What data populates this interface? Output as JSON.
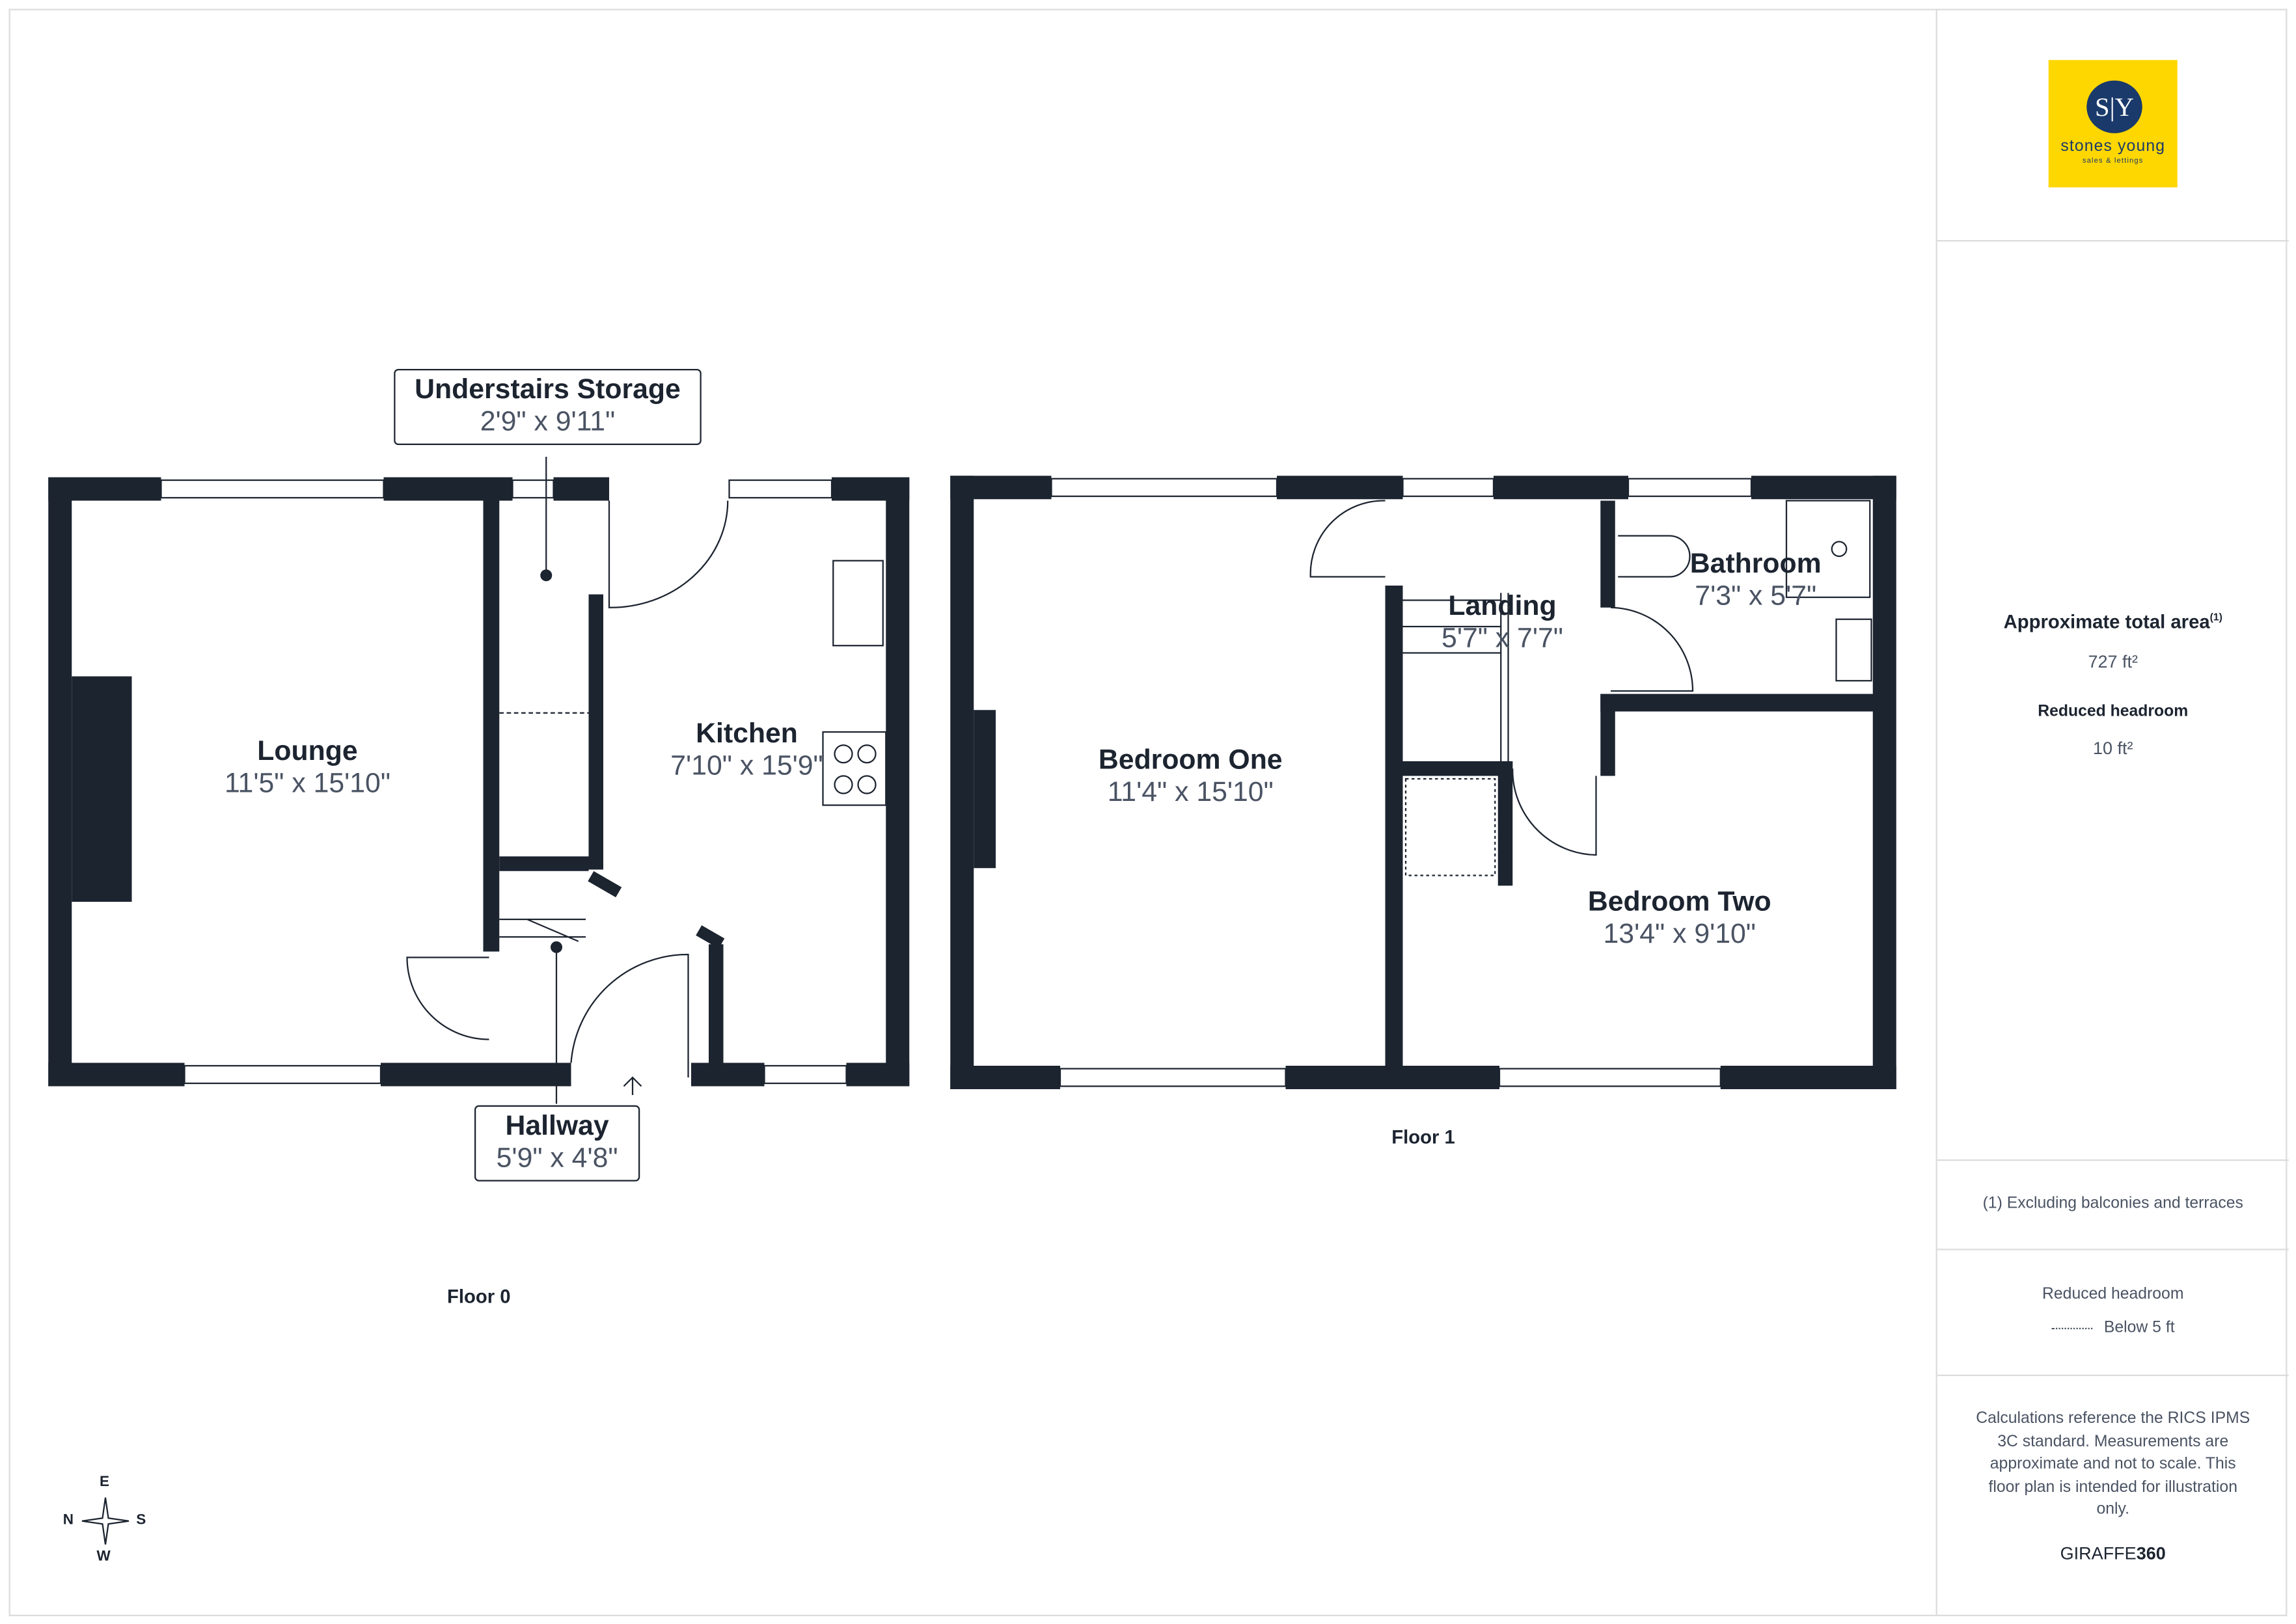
{
  "floors": [
    {
      "label": "Floor 0",
      "rooms": [
        {
          "name": "Lounge",
          "dims": "11'5\" x 15'10\""
        },
        {
          "name": "Kitchen",
          "dims": "7'10\" x 15'9\""
        },
        {
          "name": "Understairs Storage",
          "dims": "2'9\" x 9'11\""
        },
        {
          "name": "Hallway",
          "dims": "5'9\" x 4'8\""
        }
      ]
    },
    {
      "label": "Floor 1",
      "rooms": [
        {
          "name": "Bedroom One",
          "dims": "11'4\" x 15'10\""
        },
        {
          "name": "Landing",
          "dims": "5'7\" x 7'7\""
        },
        {
          "name": "Bathroom",
          "dims": "7'3\" x 5'7\""
        },
        {
          "name": "Bedroom Two",
          "dims": "13'4\" x 9'10\""
        }
      ]
    }
  ],
  "compass": {
    "n": "N",
    "e": "E",
    "s": "S",
    "w": "W"
  },
  "logo": {
    "initials": "S|Y",
    "name": "stones young",
    "tagline": "sales & lettings"
  },
  "sidebar": {
    "total_area_label": "Approximate total area",
    "total_area_sup": "(1)",
    "total_area_value": "727 ft²",
    "reduced_label": "Reduced headroom",
    "reduced_value": "10 ft²",
    "footnote": "(1) Excluding balconies and terraces",
    "legend_title": "Reduced headroom",
    "legend_item": "Below 5 ft",
    "disclaimer": "Calculations reference the RICS IPMS 3C standard. Measurements are approximate and not to scale. This floor plan is intended for illustration only.",
    "brand_a": "GIRAFFE",
    "brand_b": "360"
  },
  "colors": {
    "wall": "#1c2430",
    "logo_bg": "#ffd700",
    "logo_oval": "#1a3a6b"
  }
}
